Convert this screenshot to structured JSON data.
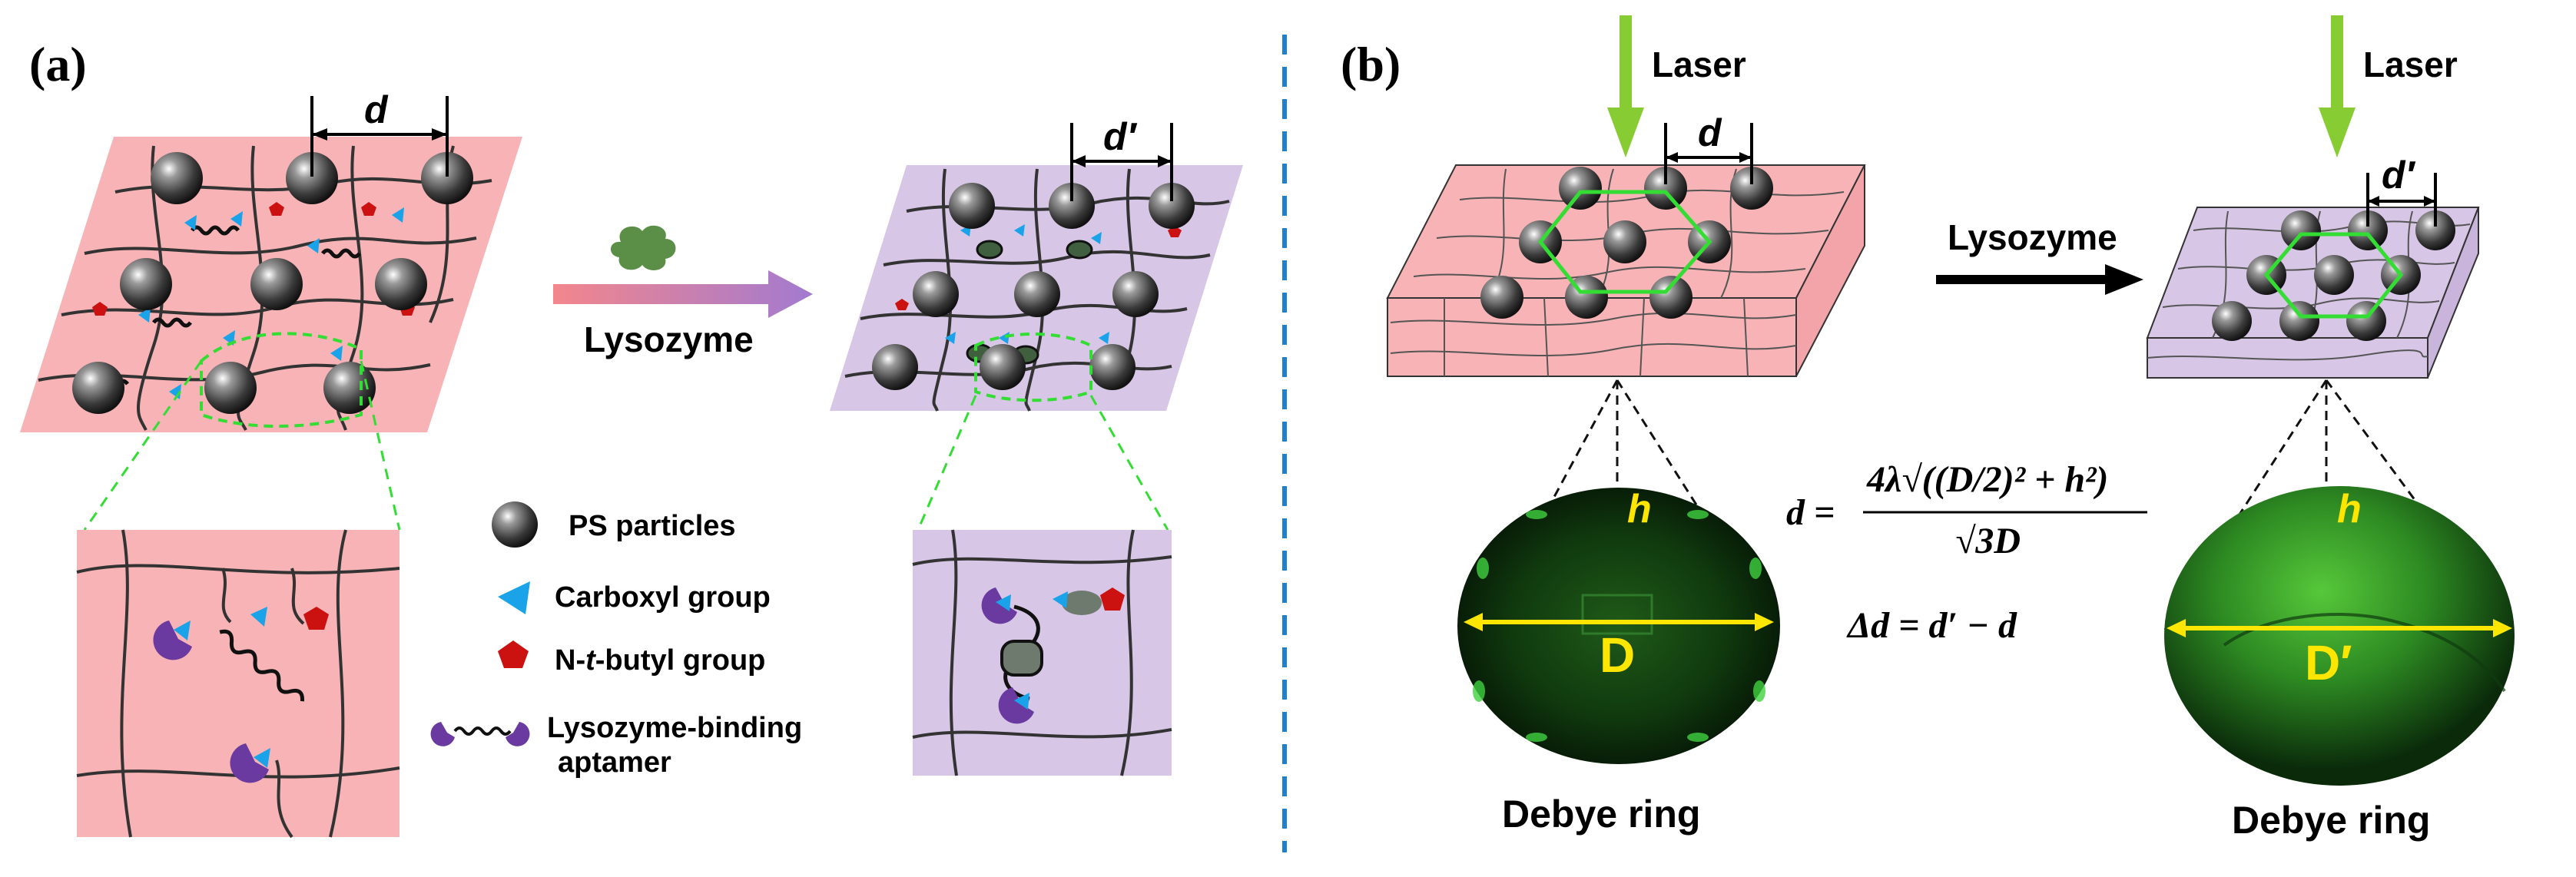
{
  "panels": {
    "a_label": "(a)",
    "b_label": "(b)"
  },
  "panel_a": {
    "spacing_before": "d",
    "spacing_after": "d′",
    "arrow_label": "Lysozyme"
  },
  "legend": {
    "items": [
      {
        "icon": "ps-particle-icon",
        "label": "PS particles"
      },
      {
        "icon": "carboxyl-triangle-icon",
        "label": "Carboxyl group"
      },
      {
        "icon": "n-t-butyl-pentagon-icon",
        "label": "N-t-butyl group",
        "prefix": "N-",
        "italic": "t",
        "suffix": "-butyl group"
      },
      {
        "icon": "aptamer-icon",
        "label": "Lysozyme-binding aptamer",
        "line1": "Lysozyme-binding",
        "line2": "aptamer"
      }
    ]
  },
  "panel_b": {
    "laser_left": "Laser",
    "laser_right": "Laser",
    "spacing_before": "d",
    "spacing_after": "d′",
    "arrow_label": "Lysozyme",
    "ring_left": {
      "h": "h",
      "D": "D",
      "caption": "Debye ring"
    },
    "ring_right": {
      "h": "h",
      "D": "D′",
      "caption": "Debye ring"
    },
    "equation1_lhs": "d =",
    "equation1_num": "4λ√((D/2)² + h²)",
    "equation1_den": "√3D",
    "equation2": "Δd = d′ − d"
  },
  "colors": {
    "pink_film": "#f7b3b5",
    "purple_film": "#d7c6e6",
    "green_hex": "#33dd33",
    "laser_green": "#88cc33",
    "divider_blue": "#1f7fcf",
    "carboxyl_blue": "#1aa3e8",
    "tbutyl_red": "#cc1111",
    "aptamer_purple": "#6a3aa0",
    "ring_yellow": "#ffe600"
  }
}
